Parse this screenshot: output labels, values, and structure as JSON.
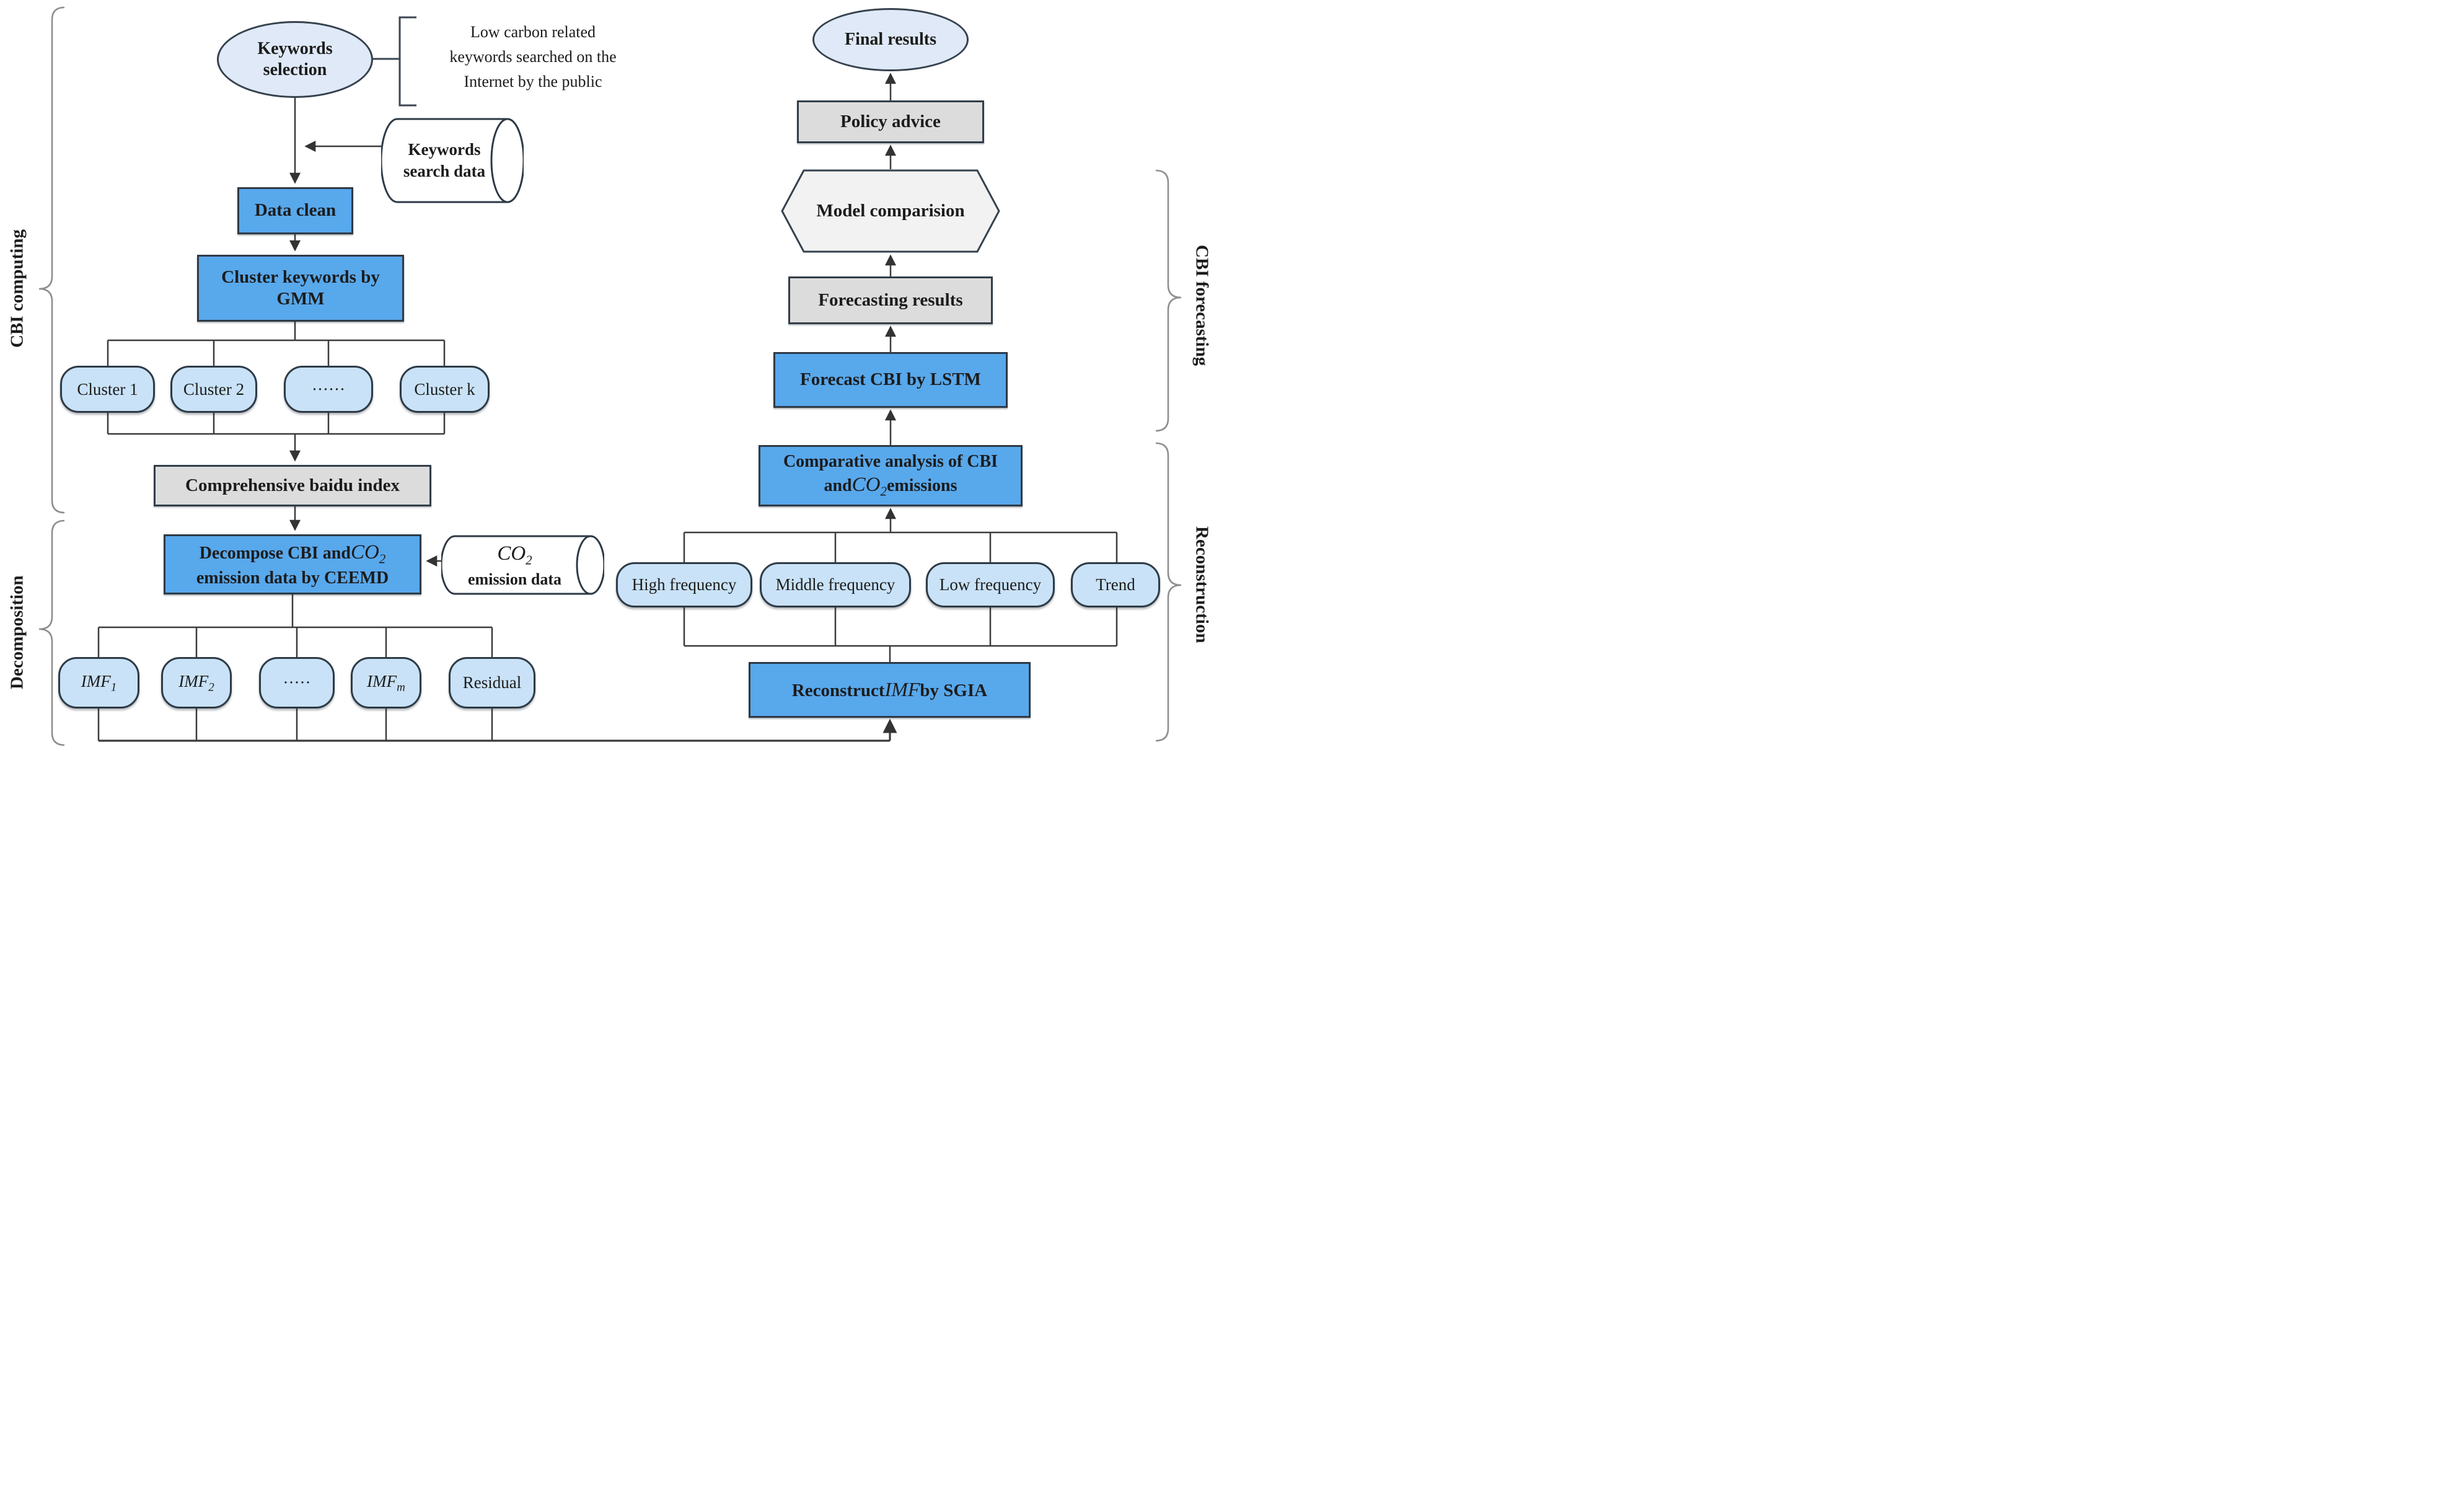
{
  "sections": {
    "cbi_computing": "CBI computing",
    "decomposition": "Decomposition",
    "cbi_forecasting": "CBI forecasting",
    "reconstruction": "Reconstruction"
  },
  "co2": {
    "base": "CO",
    "sub": "2"
  },
  "computing": {
    "keywords_selection": "Keywords selection",
    "note_lines": [
      "Low carbon related",
      "keywords searched on the",
      "Internet by the public"
    ],
    "keywords_search_data_lines": [
      "Keywords",
      "search data"
    ],
    "data_clean": "Data clean",
    "cluster_gmm_lines": [
      "Cluster keywords by",
      "GMM"
    ],
    "clusters": [
      "Cluster 1",
      "Cluster 2",
      "······",
      "Cluster k"
    ],
    "comprehensive_baidu_index": "Comprehensive baidu index"
  },
  "decomposition_flow": {
    "decompose_prefix": "Decompose CBI and ",
    "decompose_line2": "emission data by CEEMD",
    "co2_cylinder_caption": "emission data",
    "imf_base": "IMF",
    "imf_subs": [
      "1",
      "2",
      "m"
    ],
    "imf_dots": "·····",
    "residual": "Residual"
  },
  "forecasting": {
    "final_results": "Final results",
    "policy_advice": "Policy advice",
    "model_comparision": "Model comparision",
    "forecasting_results": "Forecasting results",
    "forecast_cbi_lstm": "Forecast CBI by LSTM",
    "comparative_line1": "Comparative analysis of CBI",
    "comparative_and": "and ",
    "comparative_emissions": " emissions"
  },
  "reconstruction_flow": {
    "components": [
      "High frequency",
      "Middle frequency",
      "Low frequency",
      "Trend"
    ],
    "reconstruct_prefix": "Reconstruct ",
    "reconstruct_imf": "IMF",
    "reconstruct_suffix": " by SGIA"
  },
  "colors": {
    "process_blue": "#58a8ec",
    "light_blue": "#c9e2f7",
    "oval_blue": "#dfe9f7",
    "gray_box": "#dcdcdc",
    "hexagon_fill": "#f2f2f2",
    "border_dark": "#2e3a46",
    "line_dark": "#3c3c3c",
    "brace_gray": "#8f8f8f"
  }
}
